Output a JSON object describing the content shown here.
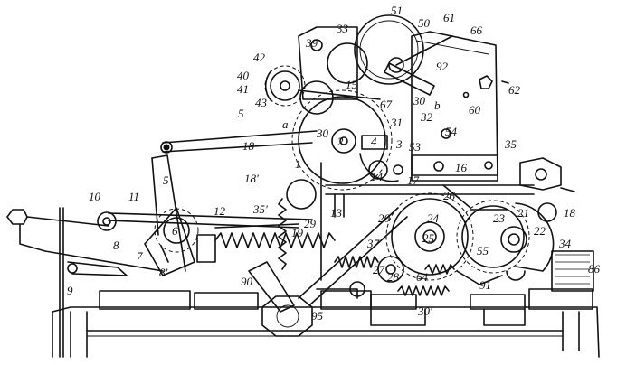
{
  "labels": [
    {
      "id": "51",
      "text": "51"
    },
    {
      "id": "50",
      "text": "50"
    },
    {
      "id": "61",
      "text": "61"
    },
    {
      "id": "66",
      "text": "66"
    },
    {
      "id": "33",
      "text": "33"
    },
    {
      "id": "39",
      "text": "39"
    },
    {
      "id": "92",
      "text": "92"
    },
    {
      "id": "62",
      "text": "62"
    },
    {
      "id": "42",
      "text": "42"
    },
    {
      "id": "40",
      "text": "40"
    },
    {
      "id": "41",
      "text": "41"
    },
    {
      "id": "15",
      "text": "15"
    },
    {
      "id": "43",
      "text": "43"
    },
    {
      "id": "67",
      "text": "67"
    },
    {
      "id": "30a",
      "text": "30"
    },
    {
      "id": "b",
      "text": "b"
    },
    {
      "id": "60",
      "text": "60"
    },
    {
      "id": "5a",
      "text": "5"
    },
    {
      "id": "a",
      "text": "a"
    },
    {
      "id": "31",
      "text": "31"
    },
    {
      "id": "32",
      "text": "32"
    },
    {
      "id": "54",
      "text": "54"
    },
    {
      "id": "30b",
      "text": "30"
    },
    {
      "id": "2",
      "text": "2"
    },
    {
      "id": "4",
      "text": "4"
    },
    {
      "id": "3",
      "text": "3"
    },
    {
      "id": "53",
      "text": "53"
    },
    {
      "id": "18a",
      "text": "18"
    },
    {
      "id": "1",
      "text": "1"
    },
    {
      "id": "35a",
      "text": "35"
    },
    {
      "id": "5b",
      "text": "5'"
    },
    {
      "id": "18b",
      "text": "18'"
    },
    {
      "id": "14",
      "text": "14"
    },
    {
      "id": "17",
      "text": "17"
    },
    {
      "id": "16",
      "text": "16"
    },
    {
      "id": "10",
      "text": "10"
    },
    {
      "id": "11",
      "text": "11"
    },
    {
      "id": "35b",
      "text": "35'"
    },
    {
      "id": "12",
      "text": "12"
    },
    {
      "id": "13",
      "text": "13"
    },
    {
      "id": "26",
      "text": "26"
    },
    {
      "id": "21",
      "text": "21"
    },
    {
      "id": "18c",
      "text": "18"
    },
    {
      "id": "6",
      "text": "6"
    },
    {
      "id": "29",
      "text": "29"
    },
    {
      "id": "20",
      "text": "20"
    },
    {
      "id": "24",
      "text": "24"
    },
    {
      "id": "23",
      "text": "23"
    },
    {
      "id": "22",
      "text": "22"
    },
    {
      "id": "19",
      "text": "19"
    },
    {
      "id": "25",
      "text": "25"
    },
    {
      "id": "8a",
      "text": "8"
    },
    {
      "id": "37",
      "text": "37"
    },
    {
      "id": "55",
      "text": "55"
    },
    {
      "id": "34",
      "text": "34"
    },
    {
      "id": "86",
      "text": "86"
    },
    {
      "id": "7",
      "text": "7"
    },
    {
      "id": "8b",
      "text": "8'"
    },
    {
      "id": "27",
      "text": "27"
    },
    {
      "id": "28",
      "text": "28"
    },
    {
      "id": "9",
      "text": "9"
    },
    {
      "id": "90",
      "text": "90"
    },
    {
      "id": "64",
      "text": "64"
    },
    {
      "id": "91",
      "text": "91"
    },
    {
      "id": "95",
      "text": "95"
    },
    {
      "id": "30c",
      "text": "30'"
    }
  ]
}
